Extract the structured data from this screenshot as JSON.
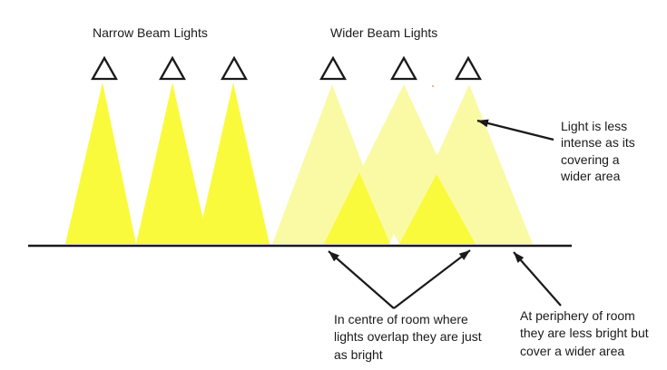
{
  "titles": {
    "narrow": "Narrow Beam Lights",
    "wider": "Wider Beam Lights"
  },
  "annotations": {
    "less_intense": "Light is less\nintense as its\ncovering a\nwider area",
    "centre": "In centre of room where\nlights overlap they are just\nas bright",
    "periphery": "At periphery of room\nthey are less bright but\ncover a wider area"
  },
  "colors": {
    "beam_bright": "#FAFA3C",
    "beam_pale": "#FAFAA5",
    "ink": "#1a1a1a",
    "fixture_fill": "#ffffff",
    "artifact": "#F4B183"
  }
}
